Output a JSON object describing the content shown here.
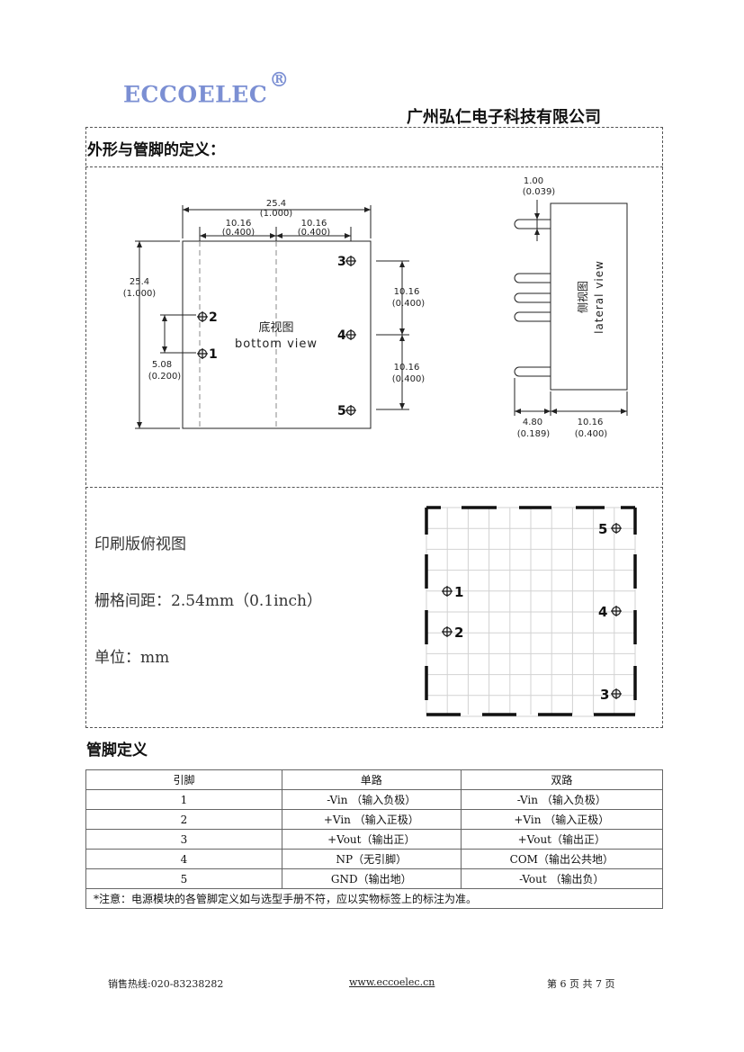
{
  "header": {
    "logo_text": "ECCOELEC",
    "logo_mark": "®",
    "company": "广州弘仁电子科技有限公司",
    "brand_color": "#7b8fd3"
  },
  "section_outline": {
    "title": "外形与管脚的定义：",
    "bottom_view": {
      "width_label": "25.4",
      "width_label_in": "(1.000)",
      "half_left": "10.16",
      "half_left_in": "(0.400)",
      "half_right": "10.16",
      "half_right_in": "(0.400)",
      "height_label": "25.4",
      "height_label_in": "(1.000)",
      "pin_gap": "5.08",
      "pin_gap_in": "(0.200)",
      "right_gap_top": "10.16",
      "right_gap_top_in": "(0.400)",
      "right_gap_bottom": "10.16",
      "right_gap_bottom_in": "(0.400)",
      "center_cn": "底视图",
      "center_en": "bottom view",
      "pins": [
        "1",
        "2",
        "3",
        "4",
        "5"
      ]
    },
    "lateral_view": {
      "top_dim": "1.00",
      "top_dim_in": "(0.039)",
      "label_cn": "侧视图",
      "label_en": "lateral view",
      "pin_len": "4.80",
      "pin_len_in": "(0.189)",
      "body_depth": "10.16",
      "body_depth_in": "(0.400)"
    }
  },
  "pcb_view": {
    "title": "印刷版俯视图",
    "grid_pitch": "栅格间距：2.54mm（0.1inch）",
    "unit": "单位：mm",
    "pins": [
      "5",
      "1",
      "4",
      "2",
      "3"
    ]
  },
  "pin_definition": {
    "title": "管脚定义",
    "columns": [
      "引脚",
      "单路",
      "双路"
    ],
    "rows": [
      [
        "1",
        "-Vin （输入负极）",
        "-Vin （输入负极）"
      ],
      [
        "2",
        "+Vin （输入正极）",
        "+Vin （输入正极）"
      ],
      [
        "3",
        "+Vout（输出正）",
        "+Vout（输出正）"
      ],
      [
        "4",
        "NP（无引脚）",
        "COM（输出公共地）"
      ],
      [
        "5",
        "GND（输出地）",
        "-Vout （输出负）"
      ]
    ],
    "note": "*注意：电源模块的各管脚定义如与选型手册不符，应以实物标签上的标注为准。"
  },
  "footer": {
    "hotline": "销售热线:020-83238282",
    "url": "www.eccoelec.cn",
    "page": "第 6 页 共 7 页"
  }
}
